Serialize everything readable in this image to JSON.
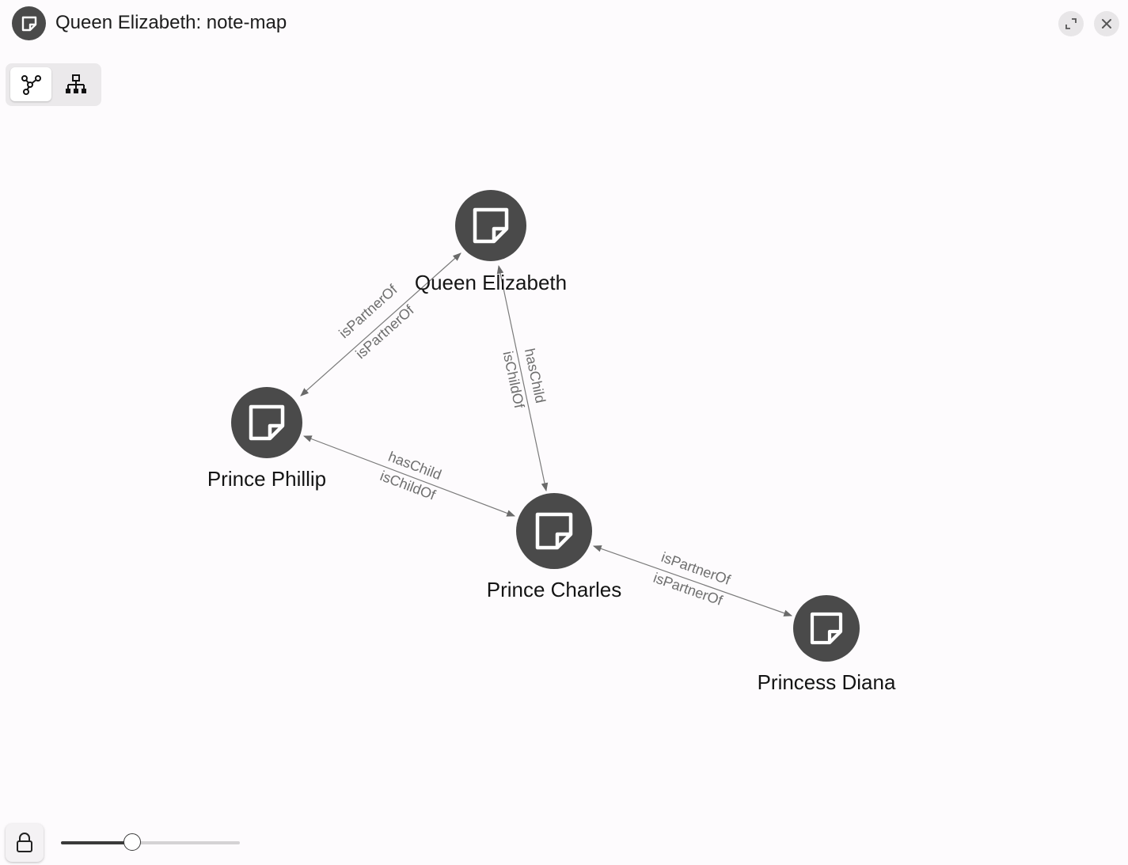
{
  "window": {
    "title": "Queen Elizabeth: note-map",
    "title_icon": "note-icon",
    "buttons": [
      {
        "name": "expand-button",
        "icon": "expand-icon"
      },
      {
        "name": "close-button",
        "icon": "close-icon"
      }
    ]
  },
  "toolbar": {
    "layouts": [
      {
        "name": "force-graph-layout",
        "icon": "graph-network-icon",
        "active": true
      },
      {
        "name": "tree-layout",
        "icon": "sitemap-icon",
        "active": false
      }
    ]
  },
  "graph": {
    "nodes": [
      {
        "id": "qe",
        "label": "Queen Elizabeth",
        "icon": "note-icon"
      },
      {
        "id": "pp",
        "label": "Prince Phillip",
        "icon": "note-icon"
      },
      {
        "id": "pc",
        "label": "Prince Charles",
        "icon": "note-icon"
      },
      {
        "id": "pd",
        "label": "Princess Diana",
        "icon": "note-icon"
      }
    ],
    "edges": [
      {
        "from": "pp",
        "to": "qe",
        "labels": [
          "isPartnerOf",
          "isPartnerOf"
        ],
        "bidirectional": true
      },
      {
        "from": "qe",
        "to": "pc",
        "labels": [
          "hasChild",
          "isChildOf"
        ],
        "bidirectional": true
      },
      {
        "from": "pp",
        "to": "pc",
        "labels": [
          "hasChild",
          "isChildOf"
        ],
        "bidirectional": true
      },
      {
        "from": "pc",
        "to": "pd",
        "labels": [
          "isPartnerOf",
          "isPartnerOf"
        ],
        "bidirectional": true
      }
    ]
  },
  "controls": {
    "lock_icon": "lock-icon",
    "zoom_level": 0.4
  },
  "colors": {
    "node_fill": "#4a4a4a",
    "edge": "#7a7a7a",
    "background": "#fdfbfd"
  }
}
